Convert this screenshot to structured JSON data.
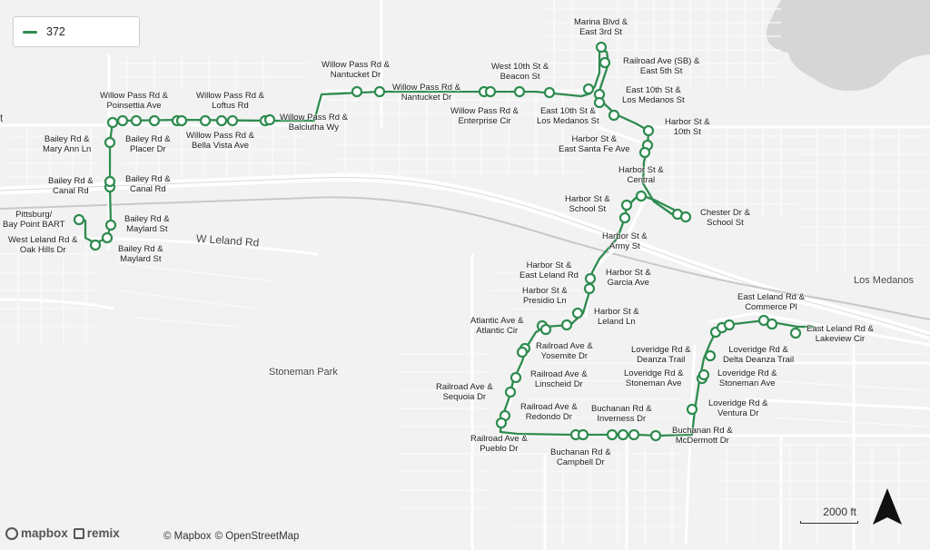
{
  "route": {
    "name": "372",
    "color": "#2e8b4f"
  },
  "legend": {
    "label": "372"
  },
  "places": {
    "leland_road": "W Leland Rd",
    "stoneman_park": "Stoneman Park",
    "los_medanos": "Los Medanos",
    "partial_t": "t"
  },
  "stop_labels": {
    "marina_east3rd": "Marina Blvd &\nEast 3rd St",
    "railroad_sb_east5th": "Railroad Ave (SB) &\nEast 5th St",
    "w10th_beacon": "West 10th St &\nBeacon St",
    "e10th_losmedanos_e": "East 10th St &\nLos Medanos St",
    "e10th_losmedanos_w": "East 10th St &\nLos Medanos St",
    "harbor_10th": "Harbor St &\n10th St",
    "harbor_santafe": "Harbor St &\nEast Santa Fe Ave",
    "harbor_central": "Harbor St &\nCentral",
    "harbor_school": "Harbor St &\nSchool St",
    "chester_school": "Chester Dr &\nSchool St",
    "harbor_army": "Harbor St &\nArmy St",
    "harbor_eastleland": "Harbor St &\nEast Leland Rd",
    "harbor_garcia": "Harbor St &\nGarcia Ave",
    "harbor_presidio": "Harbor St &\nPresidio Ln",
    "harbor_leland_ln": "Harbor St &\nLeland Ln",
    "atlantic_atlantic": "Atlantic Ave &\nAtlantic Cir",
    "railroad_yosemite": "Railroad Ave &\nYosemite Dr",
    "railroad_linscheid": "Railroad Ave &\nLinscheid Dr",
    "railroad_sequoia": "Railroad Ave &\nSequoia Dr",
    "railroad_redondo": "Railroad Ave &\nRedondo Dr",
    "railroad_pueblo": "Railroad Ave &\nPueblo Dr",
    "buchanan_campbell": "Buchanan Rd &\nCampbell Dr",
    "buchanan_inverness": "Buchanan Rd &\nInverness Dr",
    "buchanan_mcdermott": "Buchanan Rd &\nMcDermott Dr",
    "loveridge_ventura": "Loveridge Rd &\nVentura Dr",
    "loveridge_stoneman_e": "Loveridge Rd &\nStoneman Ave",
    "loveridge_stoneman_w": "Loveridge Rd &\nStoneman Ave",
    "loveridge_deanza_e": "Loveridge Rd &\nDelta Deanza Trail",
    "loveridge_deanza_w": "Loveridge Rd &\nDeanza Trail",
    "eastleland_commerce": "East Leland Rd &\nCommerce Pl",
    "eastleland_lakeview": "East Leland Rd &\nLakeview Cir",
    "wp_nantucket": "Willow Pass Rd &\nNantucket Dr",
    "wp_nantucket_s": "Willow Pass Rd &\nNantucket Dr",
    "wp_enterprise": "Willow Pass Rd &\nEnterprise Cir",
    "wp_balclutha": "Willow Pass Rd &\nBalclutha Wy",
    "wp_loftus": "Willow Pass Rd &\nLoftus Rd",
    "wp_bellavista": "Willow Pass Rd &\nBella Vista Ave",
    "wp_poinsettia": "Willow Pass Rd &\nPoinsettia Ave",
    "bailey_maryann": "Bailey Rd &\nMary Ann Ln",
    "bailey_placer": "Bailey Rd &\nPlacer Dr",
    "bailey_canal_w": "Bailey Rd &\nCanal Rd",
    "bailey_canal_e": "Bailey Rd &\nCanal Rd",
    "bailey_maylard_e": "Bailey Rd &\nMaylard St",
    "bailey_maylard_s": "Bailey Rd &\nMaylard St",
    "pittsburg_bart": "Pittsburg/\nBay Point BART",
    "westleland_oakhills": "West Leland Rd &\nOak Hills Dr"
  },
  "scale": {
    "label": "2000 ft"
  },
  "compass": {
    "icon": "north-arrow-icon"
  },
  "branding": {
    "mapbox": "mapbox",
    "remix": "remix"
  },
  "attribution": {
    "mapbox": "© Mapbox",
    "osm": "© OpenStreetMap"
  }
}
